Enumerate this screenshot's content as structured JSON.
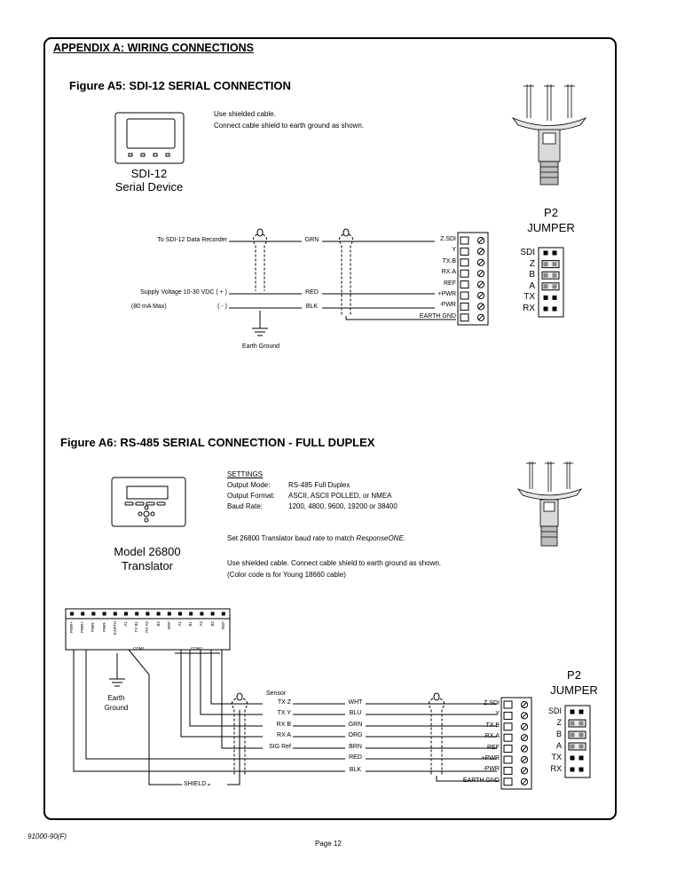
{
  "header": {
    "appendix_title": "APPENDIX A:  WIRING CONNECTIONS"
  },
  "fig_a5": {
    "title": "Figure A5:  SDI-12  SERIAL CONNECTION",
    "note_line1": "Use shielded cable.",
    "note_line2": "Connect cable shield to earth ground as shown.",
    "device_line1": "SDI-12",
    "device_line2": "Serial Device",
    "to_recorder": "To SDI-12 Data Recorder",
    "supply_line1": "Supply Voltage 10-30 VDC ( + )",
    "supply_line2": "(80 mA Max)",
    "minus": "( - )",
    "earth_ground": "Earth Ground",
    "wire_labels": [
      "GRN",
      "RED",
      "BLK"
    ],
    "terminals": [
      "Z.SDI",
      "Y",
      "TX.B",
      "RX.A",
      "REF",
      "+PWR",
      "-PWR",
      "EARTH GND"
    ],
    "jumper_title": "P2",
    "jumper_subtitle": "JUMPER",
    "jumper_rows": [
      "SDI",
      "Z",
      "B",
      "A",
      "TX",
      "RX"
    ]
  },
  "fig_a6": {
    "title": "Figure A6:  RS-485 SERIAL CONNECTION - FULL DUPLEX",
    "settings_heading": "SETTINGS",
    "settings": [
      {
        "label": "Output Mode:",
        "value": "RS-485 Full Duplex"
      },
      {
        "label": "Output Format:",
        "value": "ASCII, ASCII POLLED, or NMEA"
      },
      {
        "label": "Baud Rate:",
        "value": "1200, 4800, 9600, 19200 or 38400"
      }
    ],
    "baud_note_prefix": "Set 26800 Translator baud rate to match ",
    "baud_note_emph": "ResponseONE.",
    "cable_note_line1": "Use shielded cable. Connect cable shield to earth ground as shown.",
    "cable_note_line2": "(Color code is for Young 18660 cable)",
    "device_line1": "Model 26800",
    "device_line2": "Translator",
    "translator_terminals": [
      "PWR+",
      "PWR+",
      "PWR-",
      "PWR-",
      "EARTH",
      "A1",
      "TX B1",
      "RX A2",
      "B2",
      "REF",
      "A1",
      "B1",
      "A2",
      "B2",
      "REF"
    ],
    "com1_label": "COM1",
    "com2_label": "COM2",
    "earth_ground_line1": "Earth",
    "earth_ground_line2": "Ground",
    "sensor_heading": "Sensor",
    "sensor_signals": [
      "TX Z",
      "TX Y",
      "RX B",
      "RX A",
      "SIG Ref"
    ],
    "wire_colors": [
      "WHT",
      "BLU",
      "GRN",
      "ORG",
      "BRN",
      "RED",
      "BLK"
    ],
    "shield_label": "SHIELD",
    "terminals": [
      "Z.SDI",
      "Y",
      "TX.B",
      "RX.A",
      "REF",
      "+PWR",
      "-PWR",
      "EARTH GND"
    ],
    "jumper_title": "P2",
    "jumper_subtitle": "JUMPER",
    "jumper_rows": [
      "SDI",
      "Z",
      "B",
      "A",
      "TX",
      "RX"
    ]
  },
  "footer": {
    "doc_number": "91000-90(F)",
    "page_label": "Page 12"
  }
}
